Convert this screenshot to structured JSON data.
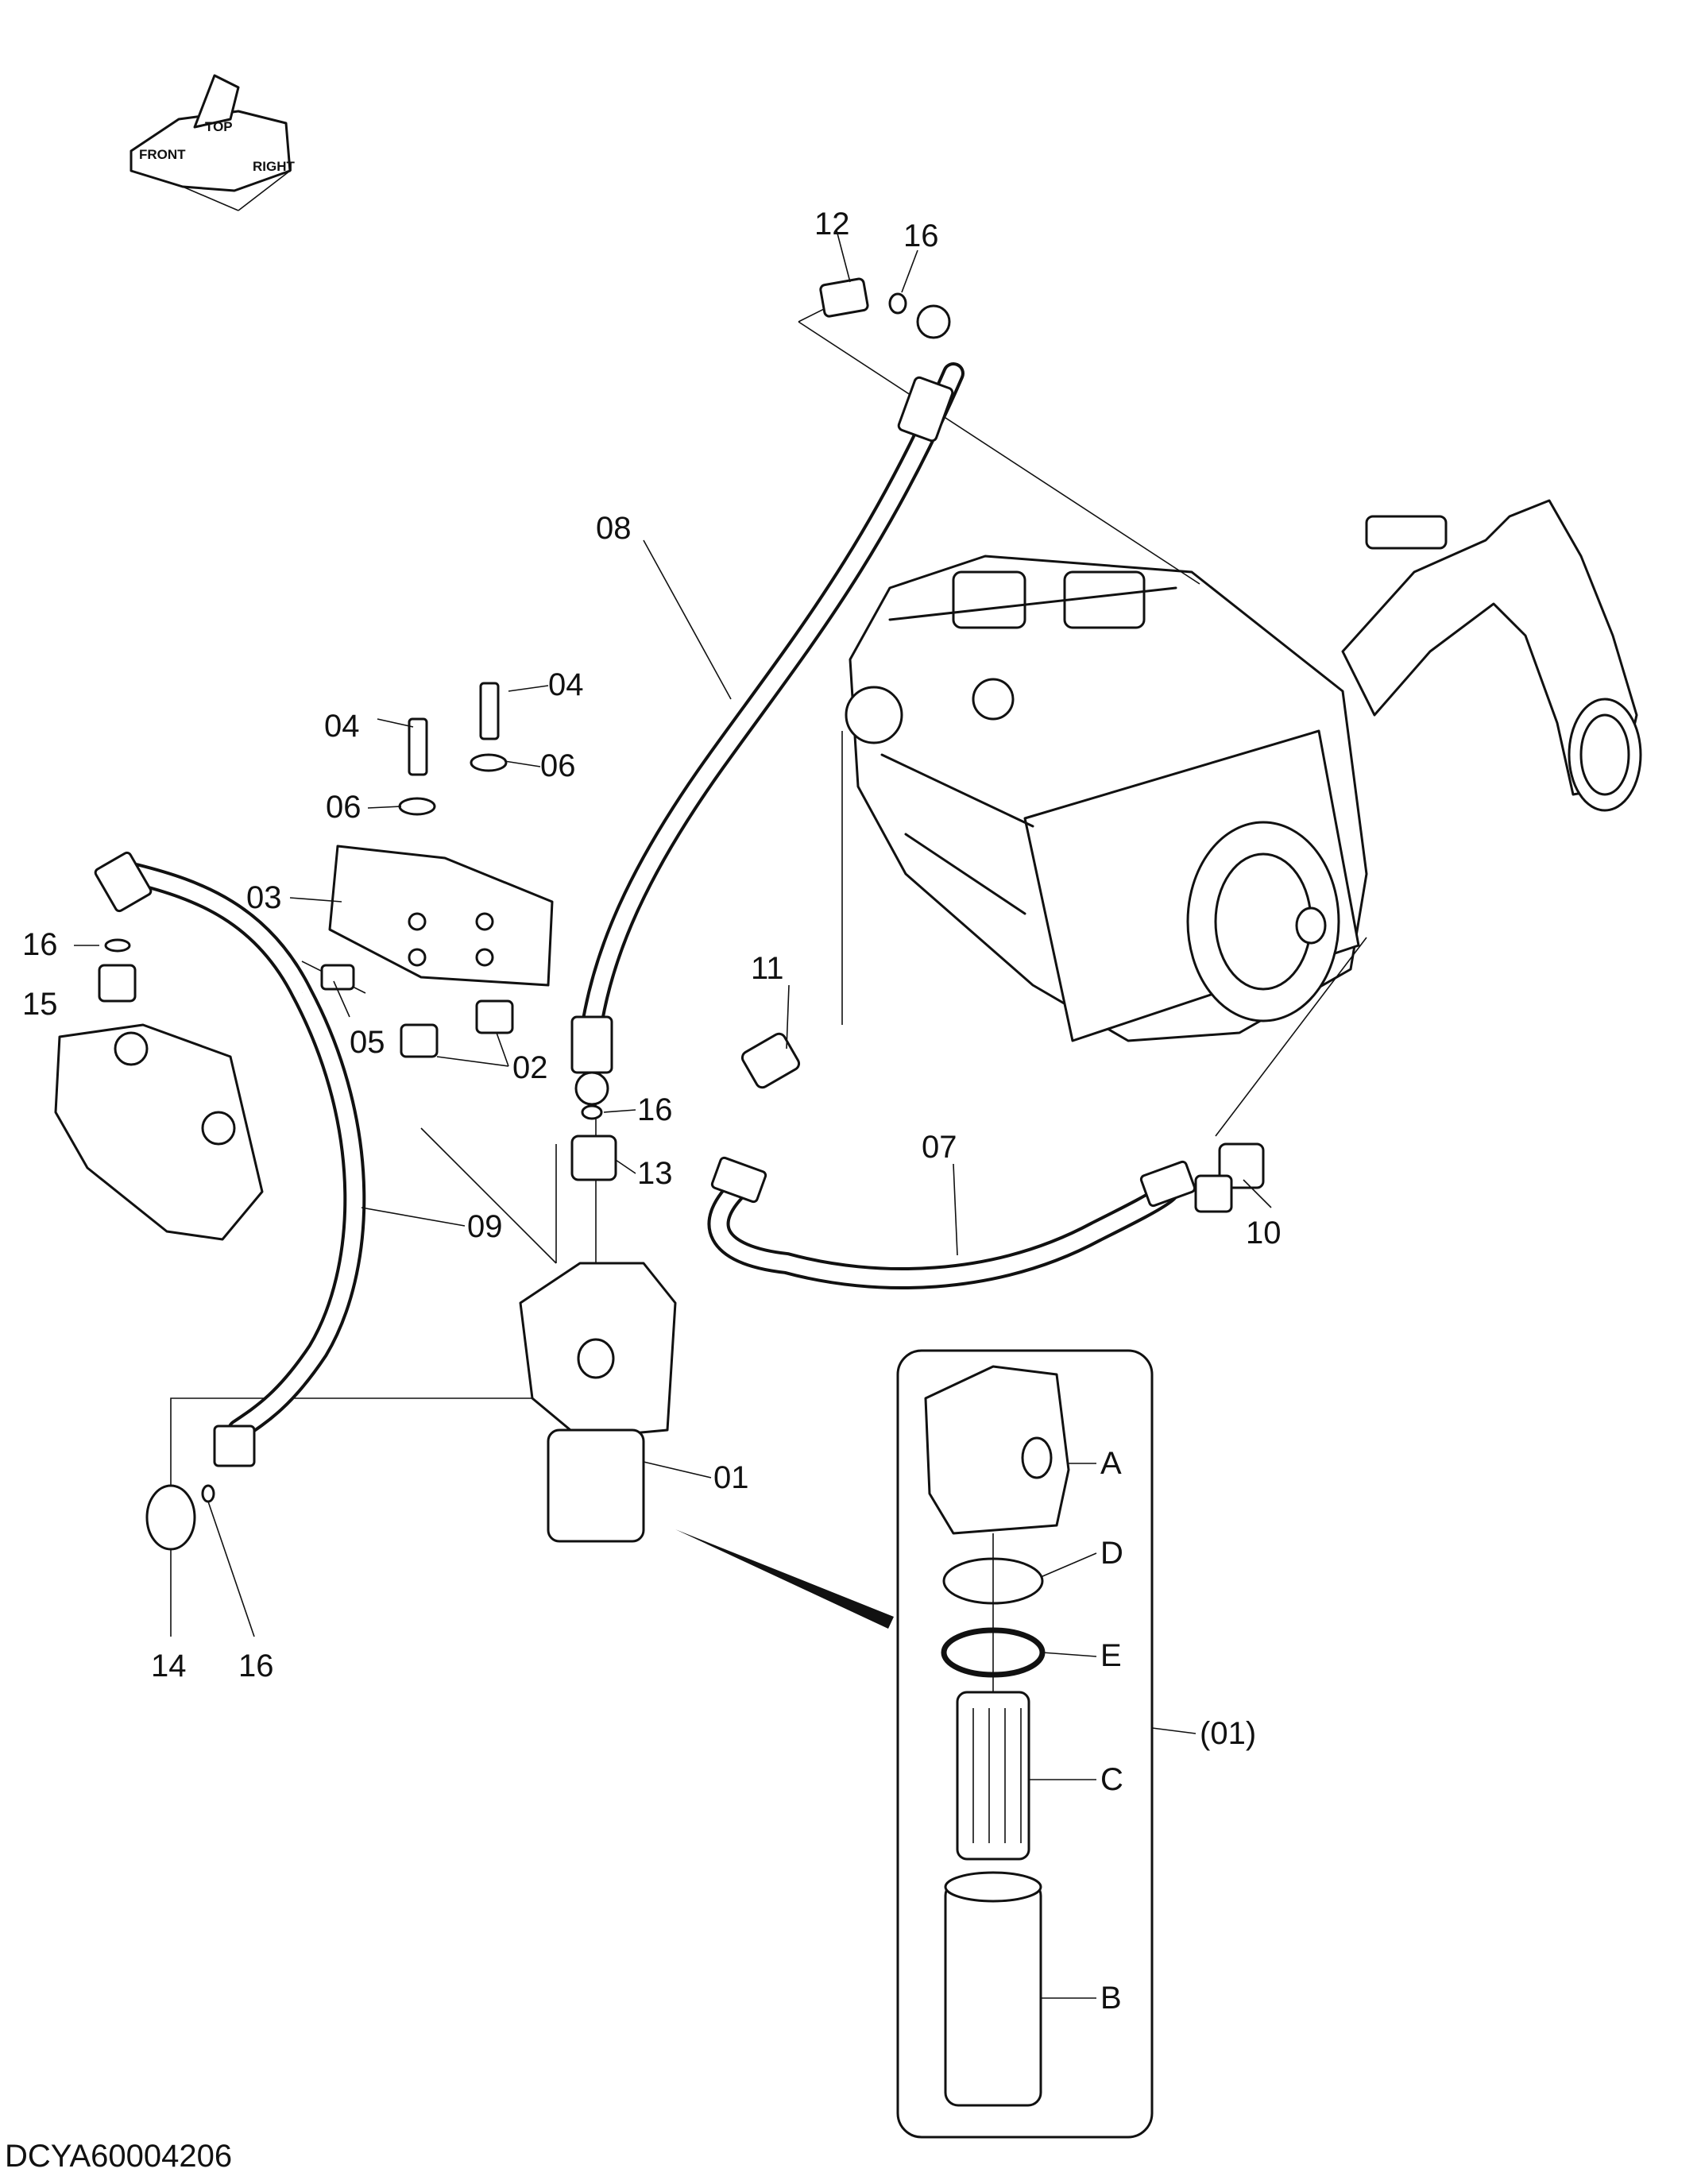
{
  "orientation_indicator": {
    "front": "FRONT",
    "top": "TOP",
    "right": "RIGHT"
  },
  "callouts": {
    "c01": "01",
    "c02": "02",
    "c03": "03",
    "c04a": "04",
    "c04b": "04",
    "c05": "05",
    "c06a": "06",
    "c06b": "06",
    "c07": "07",
    "c08": "08",
    "c09": "09",
    "c10": "10",
    "c11": "11",
    "c12": "12",
    "c13": "13",
    "c14": "14",
    "c15": "15",
    "c16a": "16",
    "c16b": "16",
    "c16c": "16",
    "c16d": "16"
  },
  "detail_callouts": {
    "A": "A",
    "B": "B",
    "C": "C",
    "D": "D",
    "E": "E",
    "group": "(01)"
  },
  "drawing_code": "DCYA60004206"
}
